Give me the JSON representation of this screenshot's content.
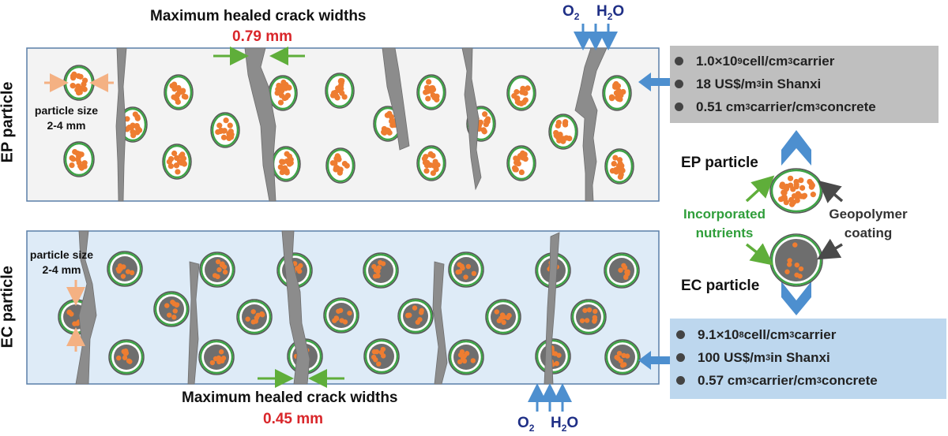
{
  "ep_section": {
    "side_label": "EP particle",
    "title": "Maximum healed crack widths",
    "width_value": "0.79 mm",
    "particle_size_line1": "particle size",
    "particle_size_line2": "2-4 mm",
    "o2": "O",
    "o2_sub": "2",
    "h2o_pre": "H",
    "h2o_sub": "2",
    "h2o_post": "O"
  },
  "ec_section": {
    "side_label": "EC particle",
    "title": "Maximum healed crack widths",
    "width_value": "0.45 mm",
    "particle_size_line1": "particle size",
    "particle_size_line2": "2-4 mm",
    "o2": "O",
    "o2_sub": "2",
    "h2o_pre": "H",
    "h2o_sub": "2",
    "h2o_post": "O"
  },
  "ep_panel": {
    "line1_pre": "1.0×10",
    "line1_sup": "9",
    "line1_mid": " cell/cm",
    "line1_sup2": "3",
    "line1_post": " carrier",
    "line2_pre": "18 US$/m",
    "line2_sup": "3",
    "line2_post": " in Shanxi",
    "line3_pre": "0.51 cm",
    "line3_sup": "3",
    "line3_mid": " carrier/cm",
    "line3_sup2": "3",
    "line3_post": " concrete"
  },
  "ec_panel": {
    "line1_pre": "9.1×10",
    "line1_sup": "8",
    "line1_mid": " cell/cm",
    "line1_sup2": "3",
    "line1_post": " carrier",
    "line2_pre": "100 US$/m",
    "line2_sup": "3",
    "line2_post": " in Shanxi",
    "line3_pre": "0.57 cm",
    "line3_sup": "3",
    "line3_mid": " carrier/cm",
    "line3_sup2": "3",
    "line3_post": " concrete"
  },
  "legend": {
    "ep_label": "EP particle",
    "ec_label": "EC particle",
    "nutrients_line1": "Incorporated",
    "nutrients_line2": "nutrients",
    "coating_line1": "Geopolymer",
    "coating_line2": "coating"
  },
  "colors": {
    "ep_box_fill": "#f3f3f3",
    "ec_box_fill": "#deebf7",
    "box_border": "#5a7fa8",
    "crack": "#8c8c8c",
    "nutrient": "#ee7d31",
    "coating_green": "#3ea346",
    "ec_core": "#6e6e6e",
    "arrow_blue": "#4d8fcf",
    "arrow_green": "#5fae3a",
    "arrow_peach": "#f4b183",
    "ep_panel_fill": "#bfbfbf",
    "ec_panel_fill": "#bdd7ee",
    "highlight_red": "#d9262a"
  }
}
